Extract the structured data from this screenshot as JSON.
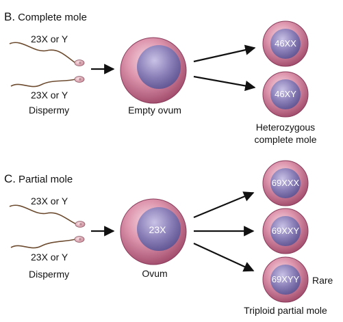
{
  "section_b": {
    "letter": "B.",
    "title": "Complete mole",
    "sperm_top_label": "23X or Y",
    "sperm_bottom_label": "23X or Y",
    "dispermy_label": "Dispermy",
    "ovum_label": "Empty ovum",
    "ovum_core_text": "",
    "outcomes": [
      {
        "label": "46XX",
        "note": ""
      },
      {
        "label": "46XY",
        "note": ""
      }
    ],
    "caption_line1": "Heterozygous",
    "caption_line2": "complete mole"
  },
  "section_c": {
    "letter": "C.",
    "title": "Partial mole",
    "sperm_top_label": "23X or Y",
    "sperm_bottom_label": "23X or Y",
    "dispermy_label": "Dispermy",
    "ovum_label": "Ovum",
    "ovum_core_text": "23X",
    "outcomes": [
      {
        "label": "69XXX",
        "note": ""
      },
      {
        "label": "69XXY",
        "note": ""
      },
      {
        "label": "69XYY",
        "note": "Rare"
      }
    ],
    "caption_line1": "Triploid partial mole",
    "caption_line2": ""
  },
  "colors": {
    "cell_outer": "#c9738f",
    "cell_inner": "#8b7fb8",
    "sperm_head": "#e8b4bd",
    "sperm_tail": "#6b4a2e",
    "arrow": "#111111"
  }
}
